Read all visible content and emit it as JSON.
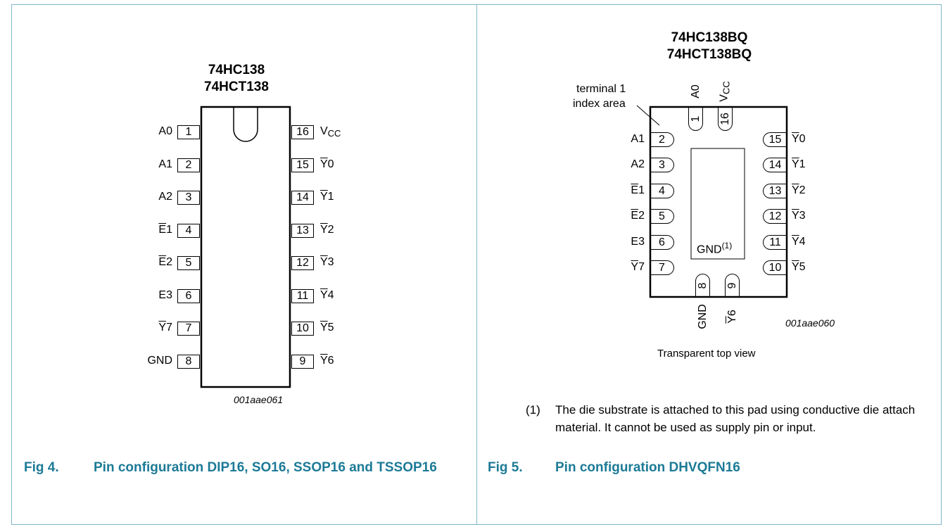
{
  "left": {
    "title_line1": "74HC138",
    "title_line2": "74HCT138",
    "pins_left": [
      {
        "num": "1",
        "name": "A0",
        "bar": false
      },
      {
        "num": "2",
        "name": "A1",
        "bar": false
      },
      {
        "num": "3",
        "name": "A2",
        "bar": false
      },
      {
        "num": "4",
        "name": "E",
        "sub": "1",
        "bar": true
      },
      {
        "num": "5",
        "name": "E",
        "sub": "2",
        "bar": true
      },
      {
        "num": "6",
        "name": "E3",
        "bar": false
      },
      {
        "num": "7",
        "name": "Y",
        "sub": "7",
        "bar": true
      },
      {
        "num": "8",
        "name": "GND",
        "bar": false
      }
    ],
    "pins_right": [
      {
        "num": "16",
        "name": "V",
        "sub": "CC",
        "bar": false
      },
      {
        "num": "15",
        "name": "Y",
        "sub": "0",
        "bar": true
      },
      {
        "num": "14",
        "name": "Y",
        "sub": "1",
        "bar": true
      },
      {
        "num": "13",
        "name": "Y",
        "sub": "2",
        "bar": true
      },
      {
        "num": "12",
        "name": "Y",
        "sub": "3",
        "bar": true
      },
      {
        "num": "11",
        "name": "Y",
        "sub": "4",
        "bar": true
      },
      {
        "num": "10",
        "name": "Y",
        "sub": "5",
        "bar": true
      },
      {
        "num": "9",
        "name": "Y",
        "sub": "6",
        "bar": true
      }
    ],
    "code": "001aae061",
    "fig_number": "Fig 4.",
    "fig_caption": "Pin configuration DIP16, SO16, SSOP16 and TSSOP16"
  },
  "right": {
    "title_line1": "74HC138BQ",
    "title_line2": "74HCT138BQ",
    "index_label_line1": "terminal 1",
    "index_label_line2": "index area",
    "top_pins": [
      {
        "num": "1",
        "name": "A0"
      },
      {
        "num": "16",
        "name": "V",
        "sub": "CC"
      }
    ],
    "left_pins": [
      {
        "num": "2",
        "name": "A1",
        "bar": false
      },
      {
        "num": "3",
        "name": "A2",
        "bar": false
      },
      {
        "num": "4",
        "name": "E",
        "sub": "1",
        "bar": true
      },
      {
        "num": "5",
        "name": "E",
        "sub": "2",
        "bar": true
      },
      {
        "num": "6",
        "name": "E3",
        "bar": false
      },
      {
        "num": "7",
        "name": "Y",
        "sub": "7",
        "bar": true
      }
    ],
    "right_pins": [
      {
        "num": "15",
        "name": "Y",
        "sub": "0",
        "bar": true
      },
      {
        "num": "14",
        "name": "Y",
        "sub": "1",
        "bar": true
      },
      {
        "num": "13",
        "name": "Y",
        "sub": "2",
        "bar": true
      },
      {
        "num": "12",
        "name": "Y",
        "sub": "3",
        "bar": true
      },
      {
        "num": "11",
        "name": "Y",
        "sub": "4",
        "bar": true
      },
      {
        "num": "10",
        "name": "Y",
        "sub": "5",
        "bar": true
      }
    ],
    "bottom_pins": [
      {
        "num": "8",
        "name": "GND",
        "bar": false
      },
      {
        "num": "9",
        "name": "Y",
        "sub": "6",
        "bar": true
      }
    ],
    "pad_label": "GND",
    "pad_note_ref": "(1)",
    "code": "001aae060",
    "view_label": "Transparent top view",
    "note_marker": "(1)",
    "note_text": "The die substrate is attached to this pad using conductive die attach material. It cannot be used as supply pin or input.",
    "fig_number": "Fig 5.",
    "fig_caption": "Pin configuration DHVQFN16"
  }
}
